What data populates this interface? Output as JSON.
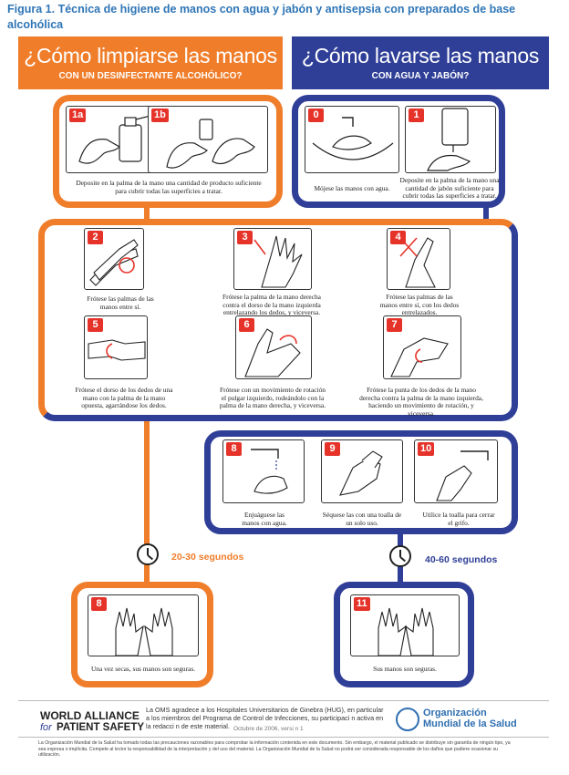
{
  "caption": "Figura 1. Técnica de higiene de manos con agua y jabón y antisepsia con preparados de base alcohólica",
  "header_left": {
    "title": "¿Cómo limpiarse las manos",
    "subtitle": "CON UN DESINFECTANTE ALCOHÓLICO?"
  },
  "header_right": {
    "title": "¿Cómo lavarse las manos",
    "subtitle": "CON AGUA Y JABÓN?"
  },
  "steps": {
    "s1a": {
      "num": "1a",
      "desc": ""
    },
    "s1b": {
      "num": "1b",
      "desc": "Deposite en la palma de la mano una cantidad de producto suficiente para cubrir todas las superficies a tratar."
    },
    "s0": {
      "num": "0",
      "desc": "Mójese las manos con agua."
    },
    "s1": {
      "num": "1",
      "desc": "Deposite en la palma de la mano una cantidad de jabón suficiente para cubrir todas las superficies a tratar."
    },
    "s2": {
      "num": "2",
      "desc": "Frótese las palmas de las manos entre sí."
    },
    "s3": {
      "num": "3",
      "desc": "Frótese la palma de la mano derecha contra el dorso de la mano izquierda entrelazando los dedos, y viceversa."
    },
    "s4": {
      "num": "4",
      "desc": "Frótese las palmas de las manos entre sí, con los dedos entrelazados."
    },
    "s5": {
      "num": "5",
      "desc": "Frótese el dorso de los dedos de una mano con la palma de la mano opuesta, agarrándose los dedos."
    },
    "s6": {
      "num": "6",
      "desc": "Frótese con un movimiento de rotación el pulgar izquierdo, rodeándolo con la palma de la mano derecha, y viceversa."
    },
    "s7": {
      "num": "7",
      "desc": "Frótese la punta de los dedos de la mano derecha contra la palma de la mano izquierda, haciendo un movimiento de rotación, y viceversa."
    },
    "s8": {
      "num": "8",
      "desc": "Enjuáguese las manos con agua."
    },
    "s9": {
      "num": "9",
      "desc": "Séquese las con una toalla de un solo uso."
    },
    "s10": {
      "num": "10",
      "desc": "Utilice la toalla para cerrar el grifo."
    },
    "s8b": {
      "num": "8",
      "desc": "Una vez secas, sus manos son seguras."
    },
    "s11": {
      "num": "11",
      "desc": "Sus manos son seguras."
    }
  },
  "timer_left": "20-30 segundos",
  "timer_right": "40-60 segundos",
  "footer": {
    "alliance_line1": "WORLD ALLIANCE",
    "alliance_for": "for",
    "alliance_line2": "PATIENT SAFETY",
    "thanks": "La OMS agradece a los Hospitales Universitarios de Ginebra (HUG), en particular a los miembros del Programa de Control de Infecciones, su participaci n activa en la redacci n de este material.",
    "date": "Octubre de 2006, versi n 1",
    "who_name_1": "Organización",
    "who_name_2": "Mundial de la Salud",
    "disclaimer": "La Organización Mundial de la Salud ha tomado todas las precauciones razonables para comprobar la información contenida en este documento. Sin embargo, el material publicado se distribuye sin garantía de ningún tipo, ya sea expresa o implícita. Compete al lector la responsabilidad de la interpretación y del uso del material. La Organización Mundial de la Salud no podrá ser considerada responsable de los daños que pudiere ocasionar su utilización."
  },
  "colors": {
    "orange": "#f07d2a",
    "blue": "#2f3f97",
    "red": "#e6332a",
    "caption_blue": "#2e75b6"
  },
  "icons": [
    "hand-illustration-icon",
    "clock-icon",
    "rotation-arrow-icon",
    "who-emblem-icon"
  ]
}
